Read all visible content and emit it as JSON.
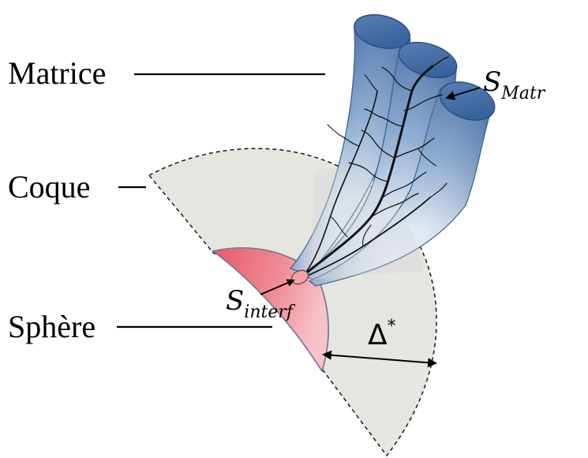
{
  "labels": {
    "matrice": "Matrice",
    "coque": "Coque",
    "sphere": "Sphère"
  },
  "symbols": {
    "s_matr_base": "S",
    "s_matr_sub": "Matr",
    "s_interf_base": "S",
    "s_interf_sub": "interf",
    "delta_base": "Δ",
    "delta_sup": "*"
  },
  "colors": {
    "shell_fill": "#e6e6e1",
    "sphere_fill": "#e4626f",
    "tube_dark": "#4a72a8",
    "tube_light": "#f4f7fb",
    "crack": "#111111"
  }
}
